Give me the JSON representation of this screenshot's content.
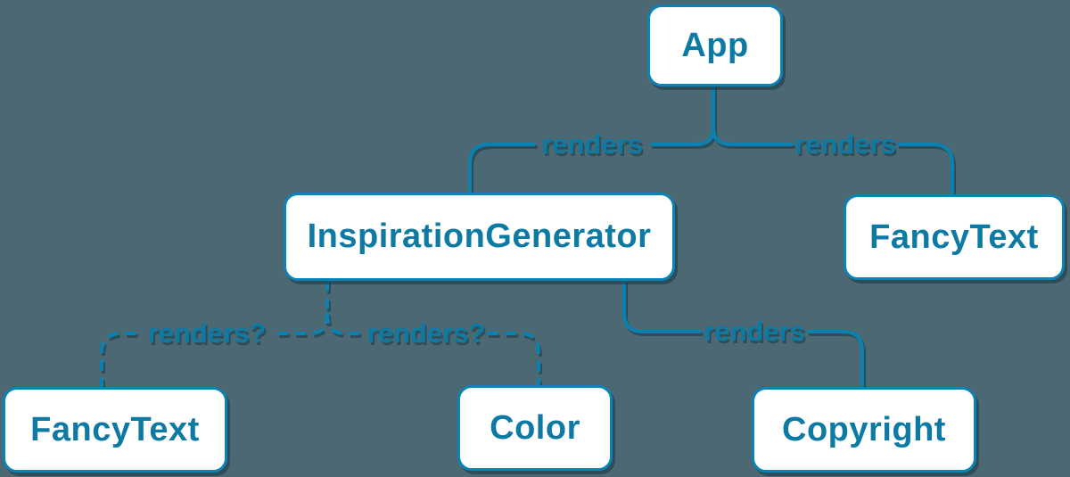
{
  "diagram": {
    "type": "component-render-tree",
    "nodes": [
      {
        "id": "app",
        "label": "App"
      },
      {
        "id": "inspiration-generator",
        "label": "InspirationGenerator"
      },
      {
        "id": "fancy-text-top",
        "label": "FancyText"
      },
      {
        "id": "fancy-text-bottom",
        "label": "FancyText"
      },
      {
        "id": "color",
        "label": "Color"
      },
      {
        "id": "copyright",
        "label": "Copyright"
      }
    ],
    "edges": [
      {
        "from": "App",
        "to": "InspirationGenerator",
        "label": "renders",
        "style": "solid"
      },
      {
        "from": "App",
        "to": "FancyText",
        "label": "renders",
        "style": "solid"
      },
      {
        "from": "InspirationGenerator",
        "to": "FancyText",
        "label": "renders?",
        "style": "dashed"
      },
      {
        "from": "InspirationGenerator",
        "to": "Color",
        "label": "renders?",
        "style": "dashed"
      },
      {
        "from": "InspirationGenerator",
        "to": "Copyright",
        "label": "renders",
        "style": "solid"
      }
    ],
    "colors": {
      "background": "#4c6973",
      "line": "#0a81ae",
      "box_border": "#0a84b6",
      "box_fill": "#ffffff",
      "text": "#0d7aa4"
    }
  }
}
